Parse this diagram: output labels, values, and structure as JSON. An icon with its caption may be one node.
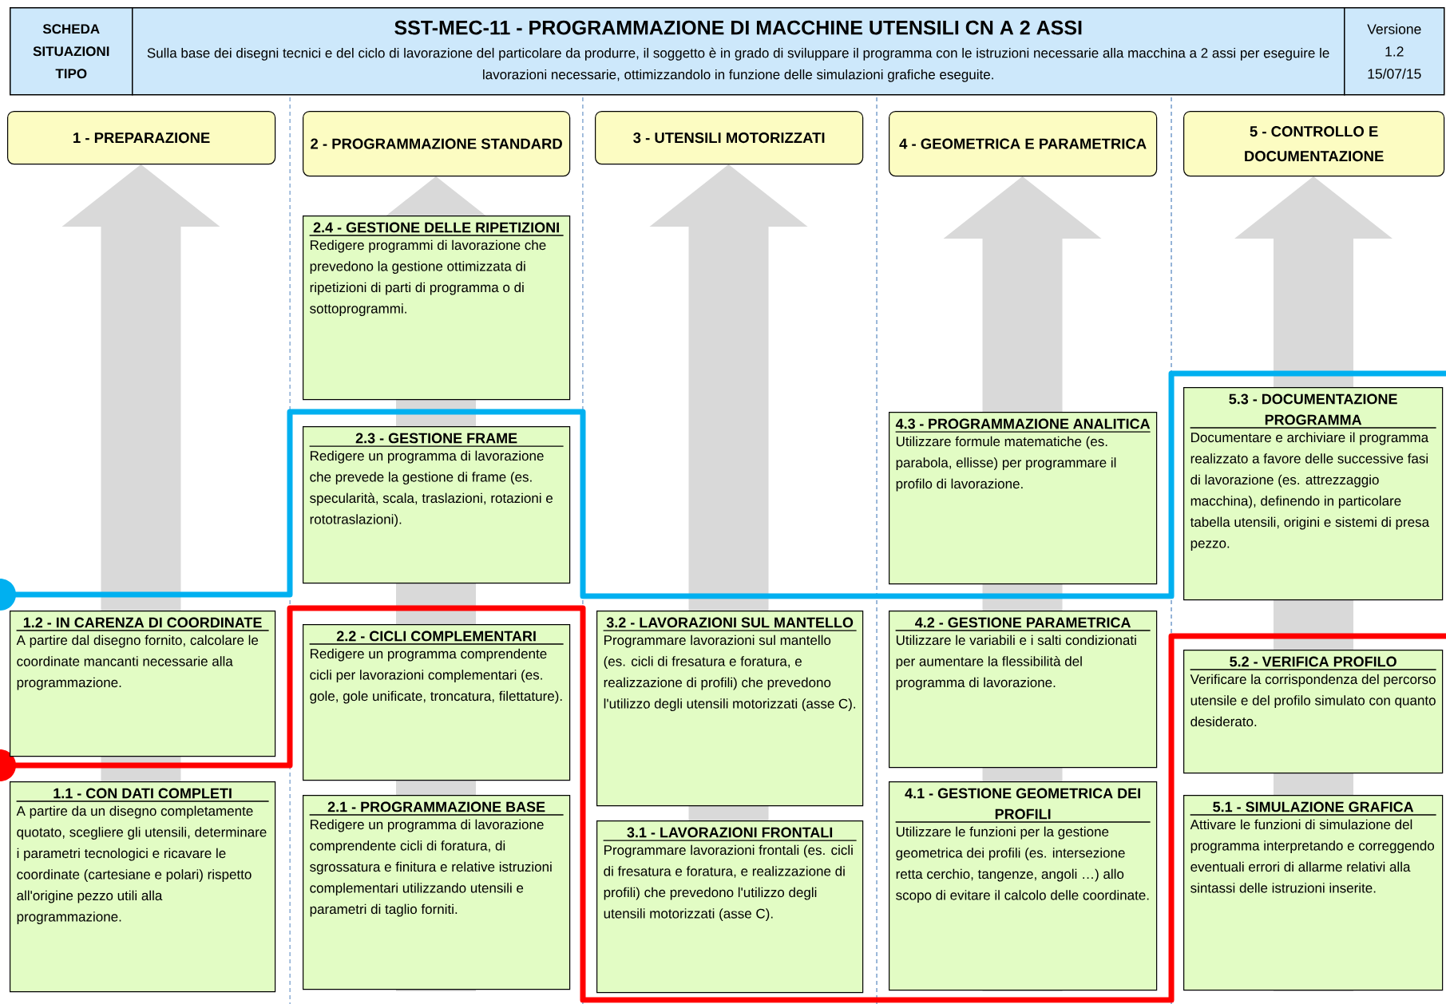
{
  "diagram": {
    "nodes": [
      {
        "text": [
          "SCHEDA SITUAZIONI TIPO"
        ]
      },
      {
        "text": [
          "SST-MEC-11 - PROGRAMMAZIONE DI MACCHINE UTENSILI CN A 2 ASSI",
          "Sulla base dei disegni tecnici e del ciclo di lavorazione del particolare da produrre, il soggetto è in grado di sviluppare il programma con le istruzioni necessarie alla macchina a 2 assi per eseguire le lavorazioni necessarie, ottimizzandolo in funzione delle simulazioni grafiche eseguite."
        ]
      },
      {
        "text": [
          "Versione 1.2 15/07/15"
        ]
      },
      {
        "text": [
          "1 - PREPARAZIONE"
        ]
      },
      {
        "text": [
          "2 - PROGRAMMAZIONE STANDARD"
        ]
      },
      {
        "text": [
          "3 - UTENSILI MOTORIZZATI"
        ]
      },
      {
        "text": [
          "4 - GEOMETRICA E PARAMETRICA"
        ]
      },
      {
        "text": [
          "5 - CONTROLLO E DOCUMENTAZIONE"
        ]
      },
      {
        "text": [
          "1.2 - IN CARENZA DI COORDINATE",
          "A partire dal disegno fornito, calcolare le coordinate mancanti necessarie alla programmazione."
        ]
      },
      {
        "text": [
          "1.1 - CON DATI COMPLETI",
          "A partire da un disegno completamente quotato, scegliere gli utensili, determinare i parametri tecnologici e ricavare le coordinate (cartesiane e polari) rispetto all'origine pezzo utili alla programmazione."
        ]
      },
      {
        "text": [
          "2.4 - GESTIONE DELLE RIPETIZIONI",
          "Redigere programmi di lavorazione che prevedono la gestione ottimizzata di ripetizioni di parti di programma o di sottoprogrammi."
        ]
      },
      {
        "text": [
          "2.3 - GESTIONE FRAME",
          "Redigere un programma di lavorazione che prevede la gestione di frame (es. specularità, scala, traslazioni, rotazioni e rototraslazioni)."
        ]
      },
      {
        "text": [
          "2.2 - CICLI COMPLEMENTARI",
          "Redigere un programma comprendente cicli per lavorazioni complementari (es. gole, gole unificate, troncatura, filettature)."
        ]
      },
      {
        "text": [
          "2.1 - PROGRAMMAZIONE BASE",
          "Redigere un programma di lavorazione comprendente cicli di foratura, di sgrossatura e finitura e relative istruzioni complementari utilizzando utensili e parametri di taglio forniti."
        ]
      },
      {
        "text": [
          "3.2 - LAVORAZIONI SUL MANTELLO",
          "Programmare lavorazioni sul mantello (es. cicli di fresatura e foratura, e realizzazione di profili) che prevedono l'utilizzo degli utensili motorizzati (asse C)."
        ]
      },
      {
        "text": [
          "3.1 - LAVORAZIONI FRONTALI",
          "Programmare lavorazioni frontali (es. cicli di fresatura e foratura, e realizzazione di profili) che prevedono l'utilizzo degli utensili motorizzati (asse C)."
        ]
      },
      {
        "text": [
          "4.3 - PROGRAMMAZIONE ANALITICA",
          "Utilizzare formule matematiche (es. parabola, ellisse) per programmare il profilo di lavorazione."
        ]
      },
      {
        "text": [
          "4.2 - GESTIONE PARAMETRICA",
          "Utilizzare le variabili e i salti condizionati per aumentare la flessibilità del programma di lavorazione."
        ]
      },
      {
        "text": [
          "4.1 - GESTIONE GEOMETRICA DEI PROFILI",
          "Utilizzare le funzioni per la gestione geometrica dei profili (es. intersezione retta cerchio, tangenze, angoli …) allo scopo di evitare il calcolo delle coordinate."
        ]
      },
      {
        "text": [
          "5.3 - DOCUMENTAZIONE PROGRAMMA",
          "Documentare e archiviare il programma realizzato a favore delle successive fasi di lavorazione (es. attrezzaggio macchina), definendo in particolare tabella utensili, origini e sistemi di presa pezzo."
        ]
      },
      {
        "text": [
          "5.2 - VERIFICA PROFILO",
          "Verificare la corrispondenza del percorso utensile e del profilo simulato con quanto desiderato."
        ]
      },
      {
        "text": [
          "5.1 - SIMULAZIONE GRAFICA",
          "Attivare le funzioni di simulazione del programma interpretando e correggendo eventuali errori di allarme relativi alla sintassi delle istruzioni inserite."
        ]
      }
    ]
  }
}
